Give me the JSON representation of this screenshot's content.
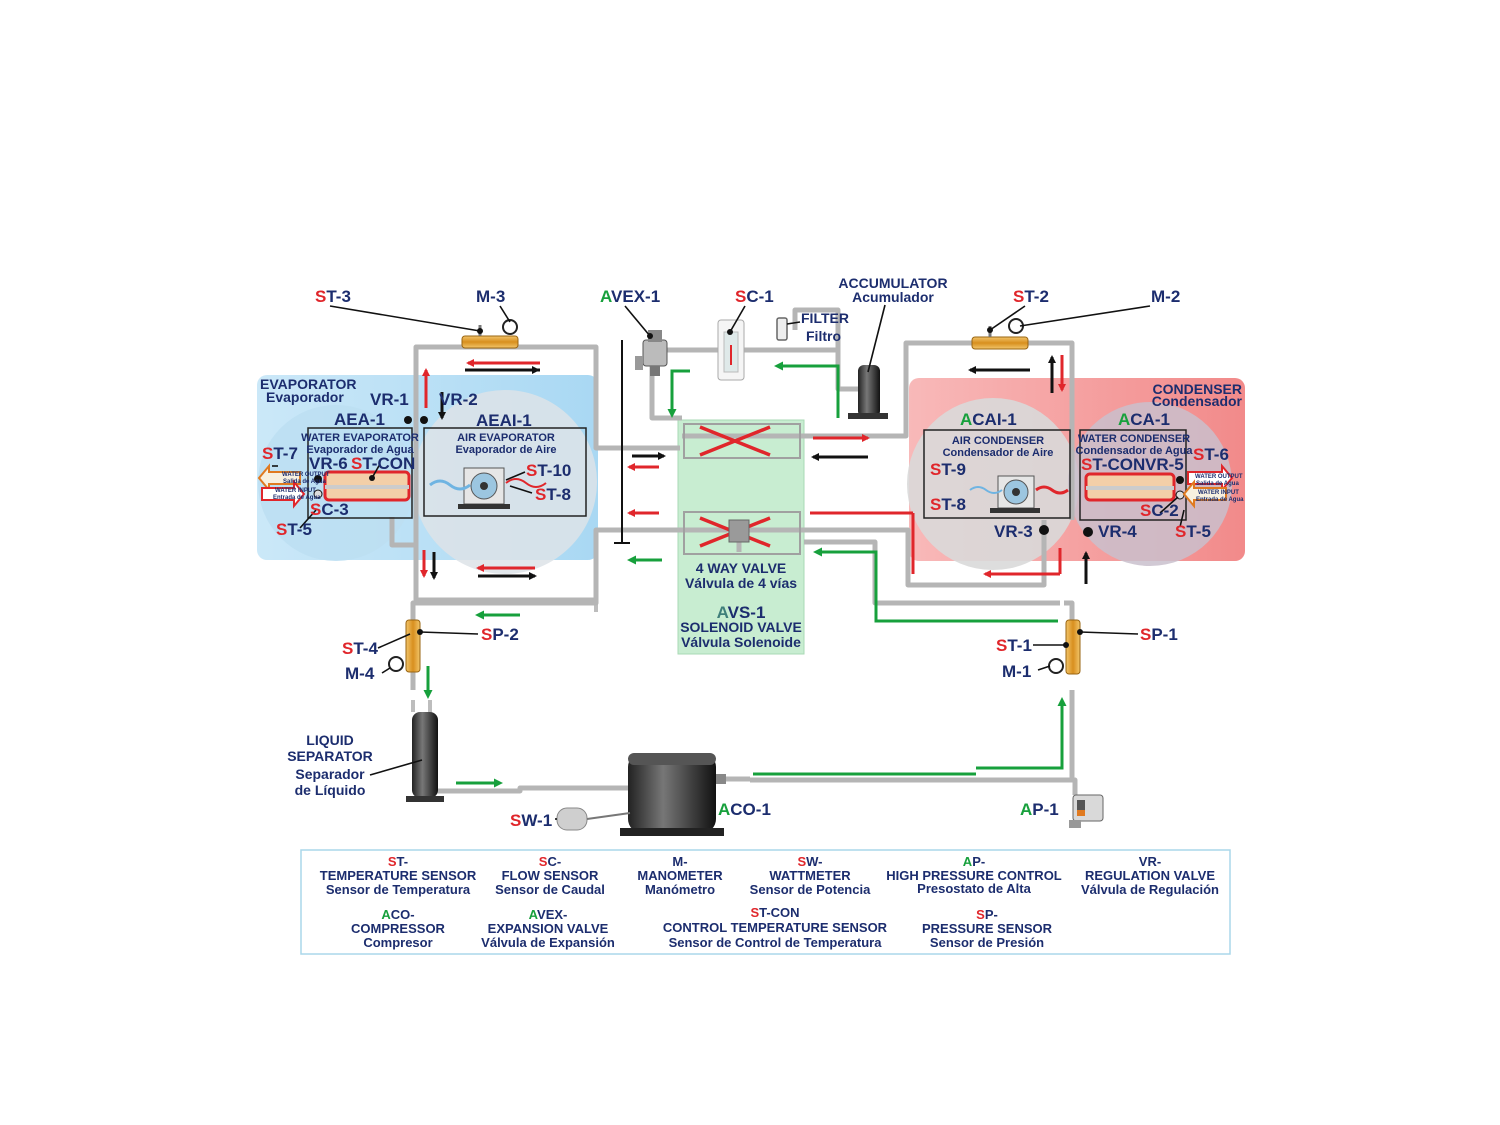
{
  "colors": {
    "navy": "#1c2d6e",
    "red": "#e0262b",
    "green": "#17a03c",
    "evaporator_panel": "#bfe2f5",
    "condenser_panel": "#f5a3a3",
    "valve_panel": "#bfe8c8",
    "pipe": "#b5b5b5"
  },
  "top": {
    "st3": {
      "prefix": "S",
      "rest": "T-3"
    },
    "m3": "M-3",
    "avex1": {
      "prefix": "A",
      "rest": "VEX-1"
    },
    "sc1": {
      "prefix": "S",
      "rest": "C-1"
    },
    "filter": {
      "en": "FILTER",
      "es": "Filtro"
    },
    "accumulator": {
      "en": "ACCUMULATOR",
      "es": "Acumulador"
    },
    "st2": {
      "prefix": "S",
      "rest": "T-2"
    },
    "m2": "M-2"
  },
  "evaporator": {
    "title_en": "EVAPORATOR",
    "title_es": "Evaporador",
    "vr1": "VR-1",
    "vr2": "VR-2",
    "aea1": "AEA-1",
    "aeai1": "AEAI-1",
    "water_box": {
      "en": "WATER EVAPORATOR",
      "es": "Evaporador de Agua"
    },
    "air_box": {
      "en": "AIR EVAPORATOR",
      "es": "Evaporador de Aire"
    },
    "st7": {
      "prefix": "S",
      "rest": "T-7"
    },
    "vr6": "VR-6",
    "stcon": {
      "prefix": "S",
      "rest": "T-CON"
    },
    "st10": {
      "prefix": "S",
      "rest": "T-10"
    },
    "st8": {
      "prefix": "S",
      "rest": "T-8"
    },
    "sc3": {
      "prefix": "S",
      "rest": "C-3"
    },
    "st5": {
      "prefix": "S",
      "rest": "T-5"
    },
    "water_output": {
      "en": "WATER OUTPUT",
      "es": "Salida de Agua"
    },
    "water_input": {
      "en": "WATER INPUT",
      "es": "Entrada de Agua"
    }
  },
  "condenser": {
    "title_en": "CONDENSER",
    "title_es": "Condensador",
    "acai1": {
      "prefix": "A",
      "rest": "CAI-1"
    },
    "aca1": {
      "prefix": "A",
      "rest": "CA-1"
    },
    "air_box": {
      "en": "AIR CONDENSER",
      "es": "Condensador de Aire"
    },
    "water_box": {
      "en": "WATER CONDENSER",
      "es": "Condensador de Agua"
    },
    "st9": {
      "prefix": "S",
      "rest": "T-9"
    },
    "st8": {
      "prefix": "S",
      "rest": "T-8"
    },
    "stcon": {
      "prefix": "S",
      "rest": "T-CON"
    },
    "vr5": "VR-5",
    "st6": {
      "prefix": "S",
      "rest": "T-6"
    },
    "sc2": {
      "prefix": "S",
      "rest": "C-2"
    },
    "vr3": "VR-3",
    "vr4": "VR-4",
    "st5": {
      "prefix": "S",
      "rest": "T-5"
    },
    "water_output": {
      "en": "WATER OUTPUT",
      "es": "Salida de Agua"
    },
    "water_input": {
      "en": "WATER INPUT",
      "es": "Entrada de Agua"
    }
  },
  "center": {
    "valve_en": "4 WAY VALVE",
    "valve_es": "Válvula de 4 vías",
    "avs1": {
      "prefix": "A",
      "rest": "VS-1"
    },
    "solenoid_en": "SOLENOID VALVE",
    "solenoid_es": "Válvula Solenoide"
  },
  "lower": {
    "st4": {
      "prefix": "S",
      "rest": "T-4"
    },
    "sp2": {
      "prefix": "S",
      "rest": "P-2"
    },
    "m4": "M-4",
    "st1": {
      "prefix": "S",
      "rest": "T-1"
    },
    "sp1": {
      "prefix": "S",
      "rest": "P-1"
    },
    "m1": "M-1",
    "separator": {
      "l1": "LIQUID",
      "l2": "SEPARATOR",
      "l3": "Separador",
      "l4": "de Líquido"
    },
    "sw1": {
      "prefix": "S",
      "rest": "W-1"
    },
    "aco1": {
      "prefix": "A",
      "rest": "CO-1"
    },
    "ap1": {
      "prefix": "A",
      "rest": "P-1"
    }
  },
  "legend": [
    {
      "prefix": "S",
      "rest": "T-",
      "en": "TEMPERATURE SENSOR",
      "es": "Sensor de Temperatura"
    },
    {
      "prefix": "S",
      "rest": "C-",
      "en": "FLOW SENSOR",
      "es": "Sensor de Caudal"
    },
    {
      "prefix": "",
      "rest": "M-",
      "en": "MANOMETER",
      "es": "Manómetro"
    },
    {
      "prefix": "S",
      "rest": "W-",
      "en": "WATTMETER",
      "es": "Sensor de Potencia"
    },
    {
      "prefix": "A",
      "rest": "P-",
      "en": "HIGH PRESSURE CONTROL",
      "es": "Presostato de Alta"
    },
    {
      "prefix": "",
      "rest": "VR-",
      "en": "REGULATION VALVE",
      "es": "Válvula de Regulación"
    },
    {
      "prefix": "A",
      "rest": "CO-",
      "en": "COMPRESSOR",
      "es": "Compresor"
    },
    {
      "prefix": "A",
      "rest": "VEX-",
      "en": "EXPANSION VALVE",
      "es": "Válvula de Expansión"
    },
    {
      "prefix": "S",
      "rest": "T-CON",
      "en": "CONTROL TEMPERATURE SENSOR",
      "es": "Sensor de Control de Temperatura"
    },
    {
      "prefix": "S",
      "rest": "P-",
      "en": "PRESSURE SENSOR",
      "es": "Sensor de Presión"
    }
  ]
}
